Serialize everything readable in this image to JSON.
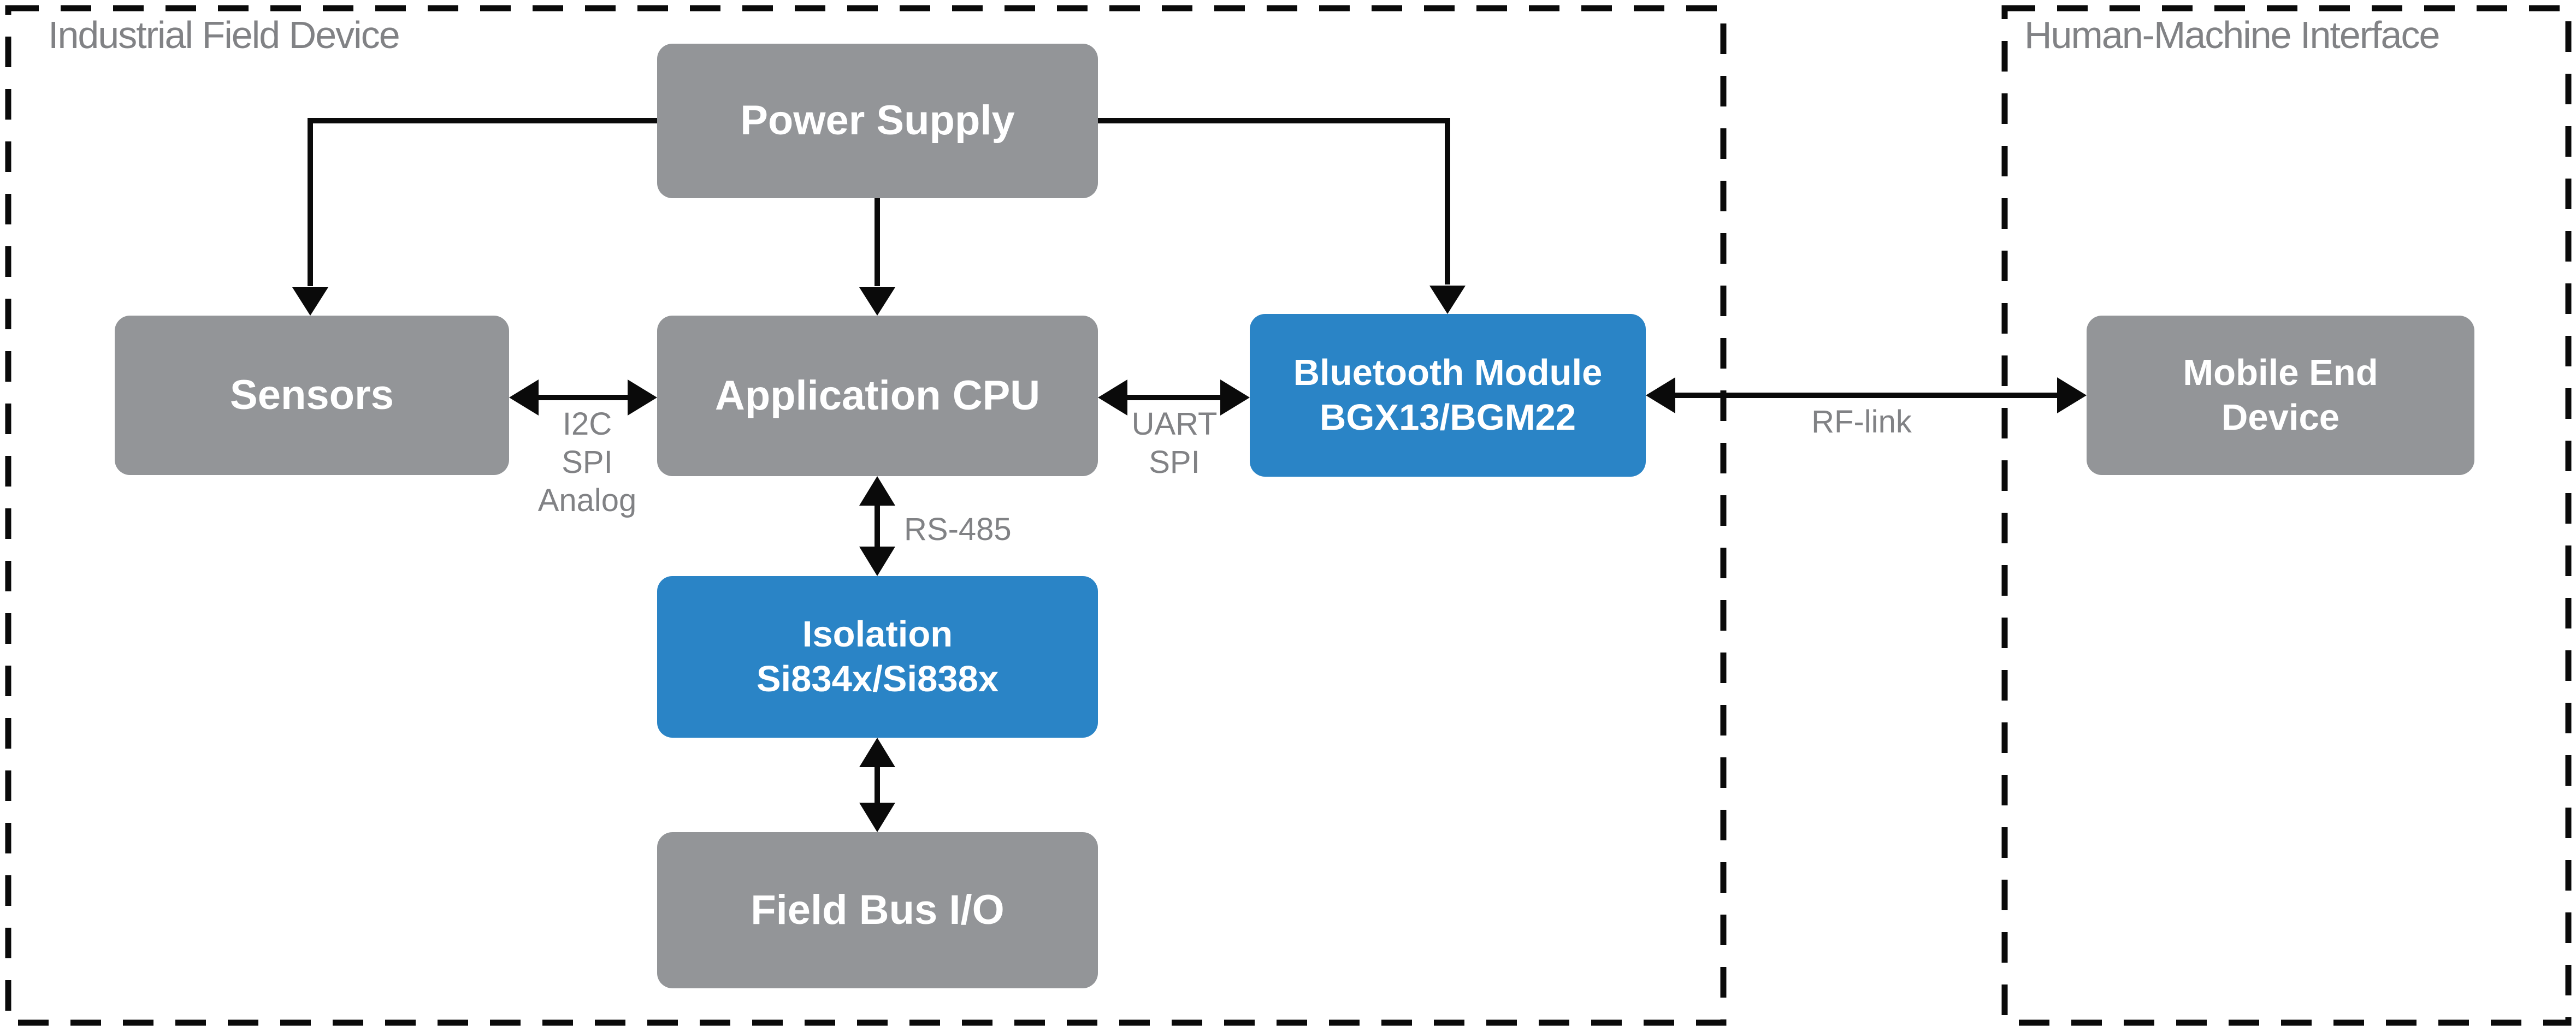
{
  "diagram": {
    "containers": {
      "industrial_field_device": {
        "label": "Industrial Field Device"
      },
      "human_machine_interface": {
        "label": "Human-Machine Interface"
      }
    },
    "blocks": {
      "power_supply": {
        "lines": [
          "Power Supply"
        ]
      },
      "sensors": {
        "lines": [
          "Sensors"
        ]
      },
      "application_cpu": {
        "lines": [
          "Application CPU"
        ]
      },
      "bluetooth_module": {
        "lines": [
          "Bluetooth Module",
          "BGX13/BGM22"
        ]
      },
      "isolation": {
        "lines": [
          "Isolation",
          "Si834x/Si838x"
        ]
      },
      "field_bus_io": {
        "lines": [
          "Field Bus I/O"
        ]
      },
      "mobile_end_device": {
        "lines": [
          "Mobile End",
          "Device"
        ]
      }
    },
    "connections": {
      "sensors_cpu": {
        "labels": [
          "I2C",
          "SPI",
          "Analog"
        ]
      },
      "cpu_bluetooth": {
        "labels": [
          "UART",
          "SPI"
        ]
      },
      "cpu_isolation": {
        "labels": [
          "RS-485"
        ]
      },
      "bluetooth_mobile": {
        "labels": [
          "RF-link"
        ]
      }
    },
    "colors": {
      "block_gray": "#939598",
      "block_blue": "#2A84C6",
      "line_black": "#0A0A0A",
      "label_gray": "#818285"
    }
  }
}
